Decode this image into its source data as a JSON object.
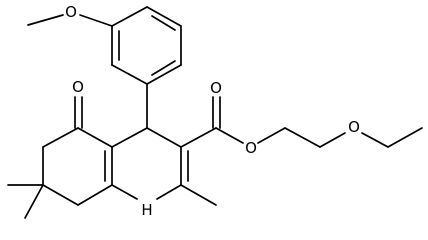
{
  "molecule": {
    "atoms": {
      "oxygen_methoxy": "O",
      "oxygen_ketone": "O",
      "oxygen_carbonyl": "O",
      "oxygen_ester": "O",
      "oxygen_ether": "O",
      "nitrogen_amine": "H"
    }
  }
}
